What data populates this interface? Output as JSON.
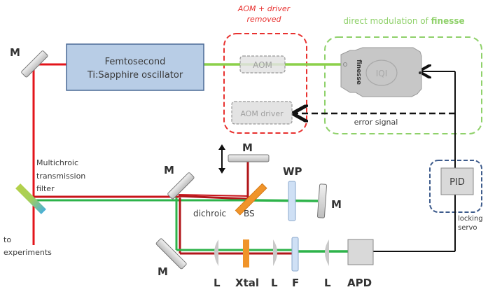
{
  "diagram": {
    "title_aom": [
      "AOM + driver",
      "removed"
    ],
    "title_finesse_prefix": "direct modulation of ",
    "title_finesse_bold": "finesse",
    "oscillator": [
      "Femtosecond",
      "Ti:Sapphire oscillator"
    ],
    "aom": "AOM",
    "aom_driver": "AOM driver",
    "finesse_device": "finesse",
    "error_signal": "error signal",
    "pid": "PID",
    "locking_servo": [
      "locking",
      "servo"
    ],
    "filter_label": [
      "Multichroic",
      "transmission",
      "filter"
    ],
    "to_experiments": [
      "to",
      "experiments"
    ],
    "mirror": "M",
    "wp": "WP",
    "dichroic": "dichroic",
    "bs": "BS",
    "bottom_labels": [
      "L",
      "Xtal",
      "L",
      "F",
      "L",
      "APD"
    ]
  },
  "colors": {
    "red_beam": "#e3141b",
    "dark_red_beam": "#b1161a",
    "green_beam": "#2db34a",
    "light_green_beam": "#8cd04a",
    "oscillator_fill": "#b8cde6",
    "aom_box": "#e8312f",
    "finesse_box": "#8fd16a",
    "pid_box": "#3d5b8c",
    "orange": "#f0942a",
    "wp_blue": "#cfe0f5"
  }
}
